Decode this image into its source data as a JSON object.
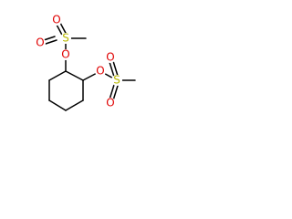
{
  "molecule": {
    "colors": {
      "bond": "#000000",
      "oxygen": "#e00000",
      "sulfur": "#b8b800",
      "background": "#ffffff"
    },
    "atoms": [
      {
        "id": "O1",
        "element": "O",
        "label": "O"
      },
      {
        "id": "O2",
        "element": "O",
        "label": "O"
      },
      {
        "id": "S1",
        "element": "S",
        "label": "S"
      },
      {
        "id": "O3",
        "element": "O",
        "label": "O"
      },
      {
        "id": "O4",
        "element": "O",
        "label": "O"
      },
      {
        "id": "O5",
        "element": "O",
        "label": "O"
      },
      {
        "id": "S2",
        "element": "S",
        "label": "S"
      },
      {
        "id": "O6",
        "element": "O",
        "label": "O"
      }
    ]
  }
}
